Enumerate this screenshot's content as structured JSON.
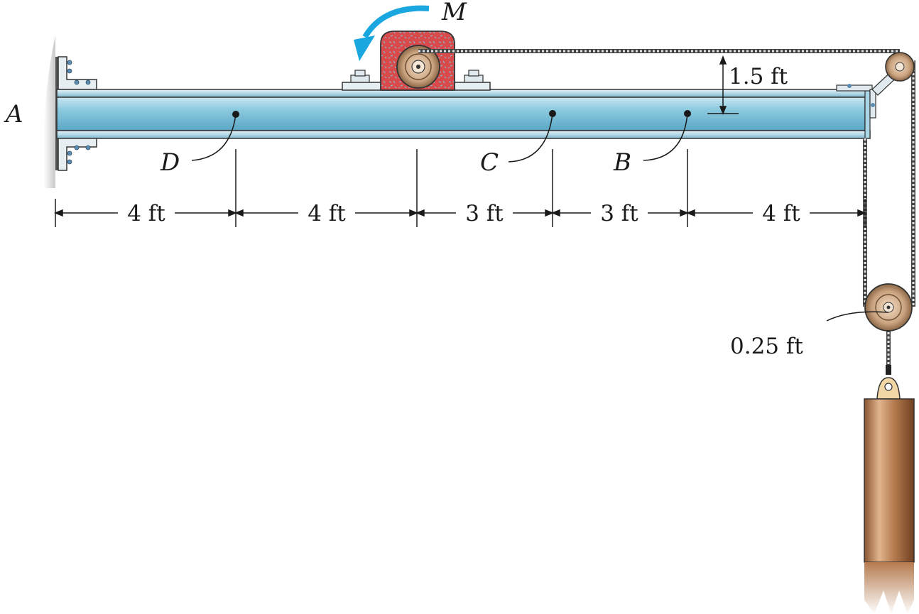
{
  "diagram": {
    "points": [
      {
        "id": "A",
        "label": "A"
      },
      {
        "id": "B",
        "label": "B"
      },
      {
        "id": "C",
        "label": "C"
      },
      {
        "id": "D",
        "label": "D"
      }
    ],
    "moment_label": "M",
    "spans": [
      "4 ft",
      "4 ft",
      "3 ft",
      "3 ft",
      "4 ft"
    ],
    "cable_height": "1.5 ft",
    "pulley_radius": "0.25 ft",
    "colors": {
      "beam": "#8ecbe0",
      "beam_dark": "#3f8fae",
      "wall": "#dedede",
      "block": "#d94b4b",
      "pulley": "#c9a27e",
      "weight": "#b57b4f",
      "arrow": "#1aa6df",
      "line": "#1a1a1a"
    }
  }
}
